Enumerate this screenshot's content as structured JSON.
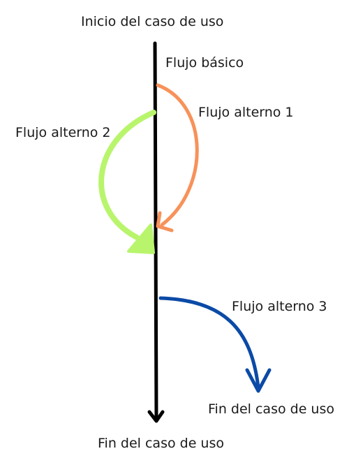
{
  "diagram": {
    "labels": {
      "start": "Inicio del caso de uso",
      "basic_flow": "Flujo básico",
      "alt_flow_1": "Flujo alterno 1",
      "alt_flow_2": "Flujo alterno 2",
      "alt_flow_3": "Flujo alterno 3",
      "end_alt_3": "Fin del caso de uso",
      "end": "Fin del caso de uso"
    },
    "colors": {
      "basic_flow": "#000000",
      "alt_flow_1": "#f7925a",
      "alt_flow_2": "#b8f56c",
      "alt_flow_3": "#0b4aa6"
    }
  }
}
